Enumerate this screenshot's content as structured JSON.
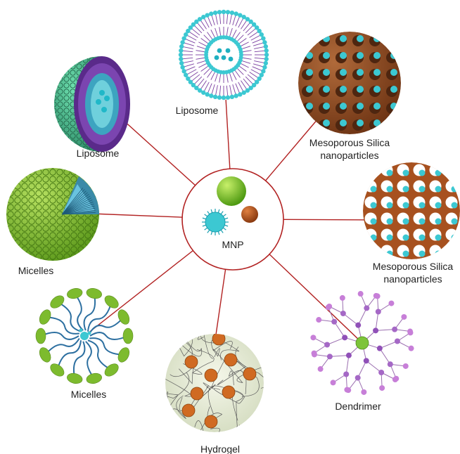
{
  "center": {
    "label": "MNP"
  },
  "carriers": [
    {
      "id": "liposome-top",
      "label": "Liposome"
    },
    {
      "id": "liposome-left",
      "label": "Liposome"
    },
    {
      "id": "silica-top",
      "label_line1": "Mesoporous Silica",
      "label_line2": "nanoparticles"
    },
    {
      "id": "silica-right",
      "label_line1": "Mesoporous Silica",
      "label_line2": "nanoparticles"
    },
    {
      "id": "micelle-left",
      "label": "Micelles"
    },
    {
      "id": "micelle-bottom",
      "label": "Micelles"
    },
    {
      "id": "hydrogel",
      "label": "Hydrogel"
    },
    {
      "id": "dendrimer",
      "label": "Dendrimer"
    }
  ],
  "colors": {
    "connector": "#b22222",
    "teal": "#3cc8d2",
    "purple": "#7a3fa0",
    "lipid_green": "#4fbf8f",
    "micelle_green": "#7dbb2e",
    "silica_brown": "#8b4a24",
    "hydrogel_orange": "#d06a22",
    "dendrimer_node": "#c77fd8",
    "dendrimer_core": "#7dc43a"
  }
}
